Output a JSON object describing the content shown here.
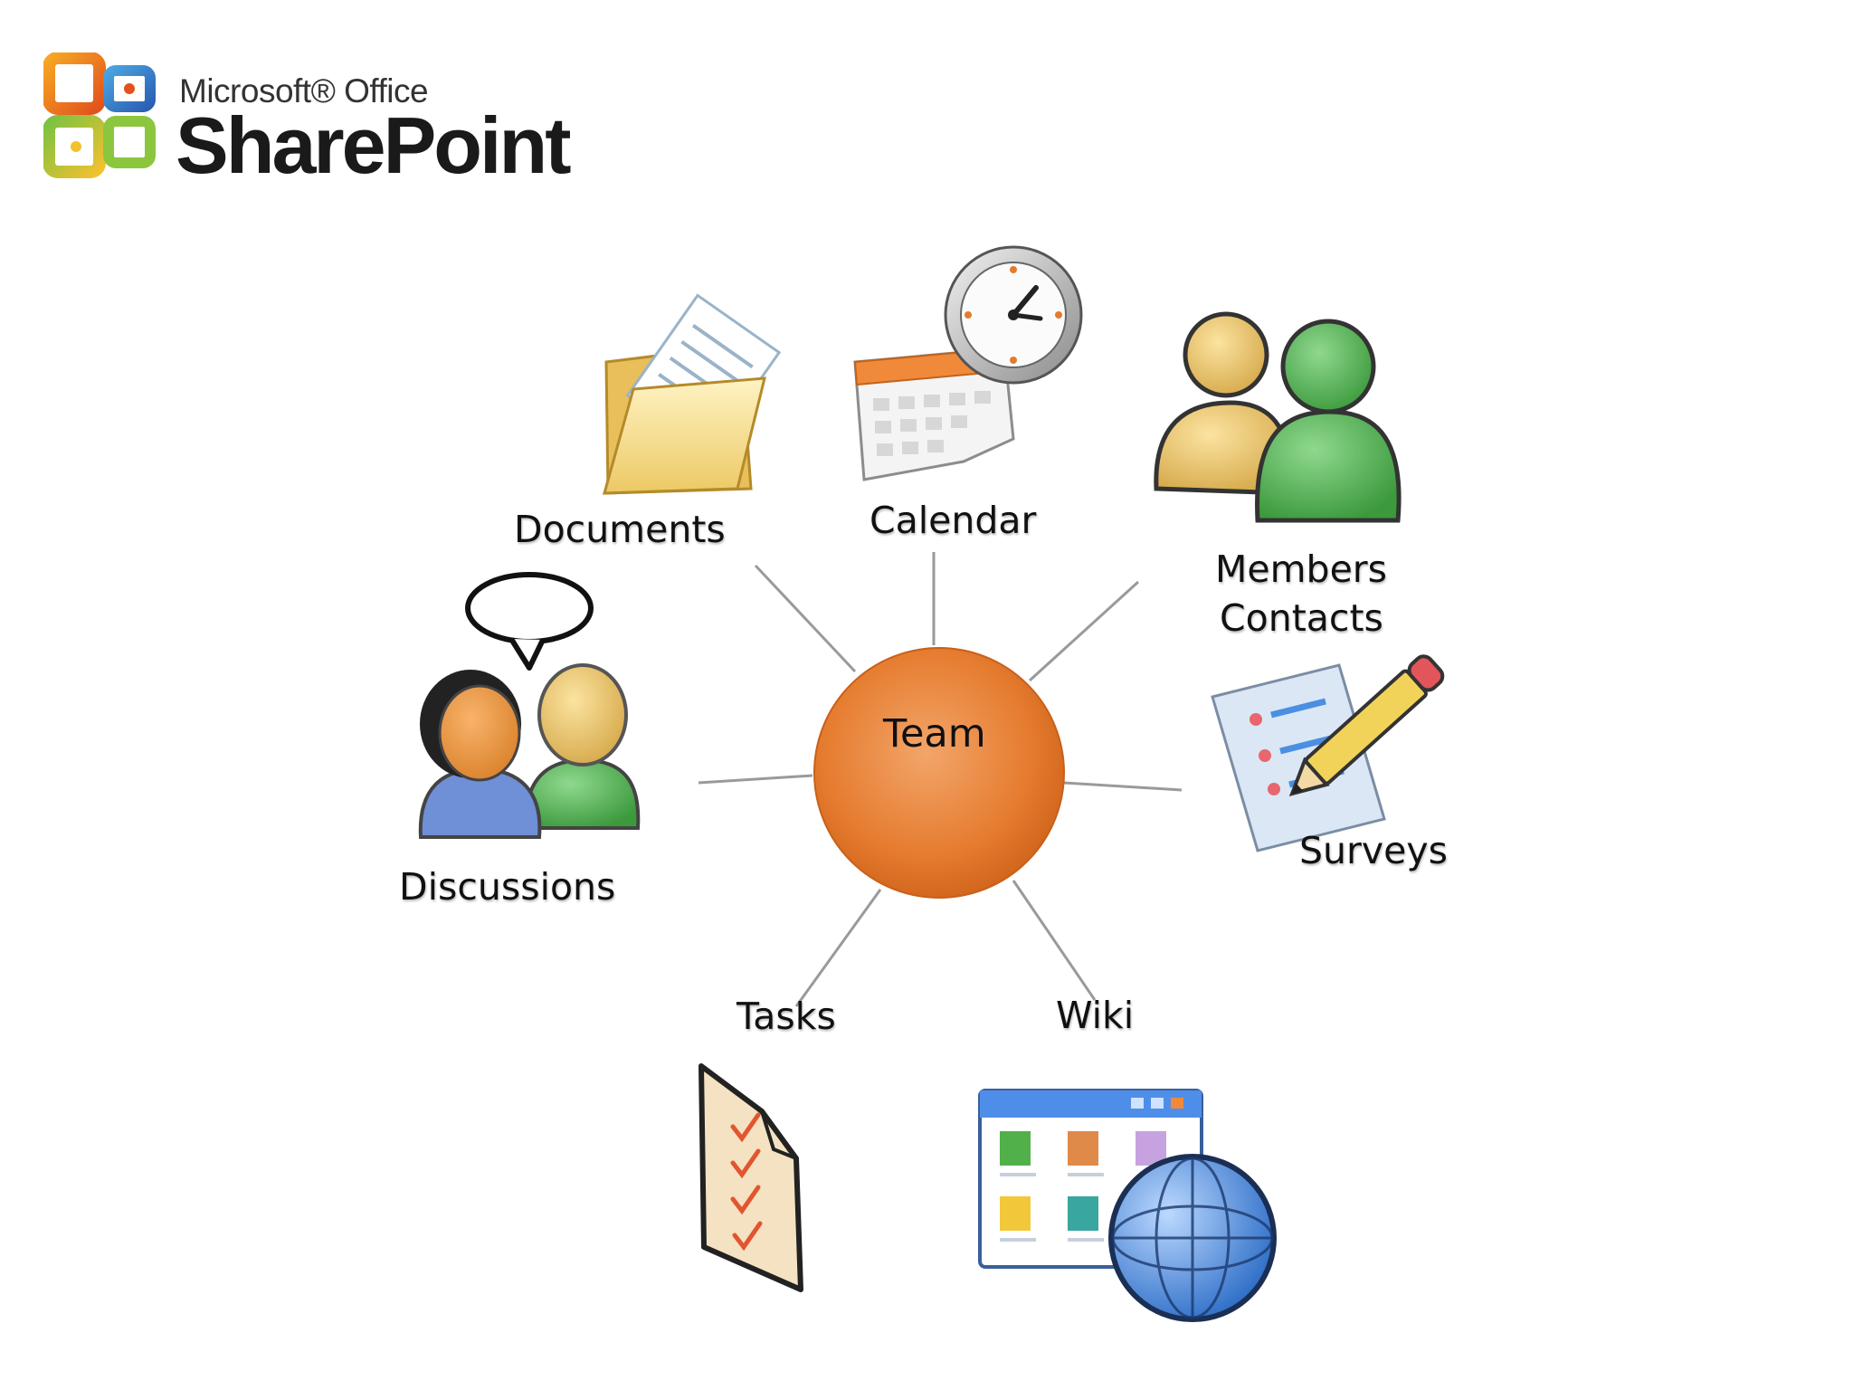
{
  "logo": {
    "brand_line": "Microsoft® Office",
    "product": "SharePoint",
    "icon": "office-logo-icon"
  },
  "hub": {
    "label": "Team",
    "color": "#e57b2e"
  },
  "nodes": [
    {
      "id": "documents",
      "label": "Documents",
      "icon": "folder-document-icon"
    },
    {
      "id": "calendar",
      "label": "Calendar",
      "icon": "calendar-clock-icon"
    },
    {
      "id": "members",
      "label": "Members",
      "label2": "Contacts",
      "icon": "people-icon"
    },
    {
      "id": "discussions",
      "label": "Discussions",
      "icon": "people-speech-icon"
    },
    {
      "id": "surveys",
      "label": "Surveys",
      "icon": "survey-pencil-icon"
    },
    {
      "id": "tasks",
      "label": "Tasks",
      "icon": "task-checklist-icon"
    },
    {
      "id": "wiki",
      "label": "Wiki",
      "icon": "wiki-globe-icon"
    }
  ],
  "colors": {
    "connector": "#9a9a9a",
    "accent_orange": "#e57b2e",
    "person_green": "#4caa4c",
    "person_yellow": "#e9c060",
    "folder_yellow": "#f4dc8c",
    "globe_blue": "#3a7bd5"
  }
}
